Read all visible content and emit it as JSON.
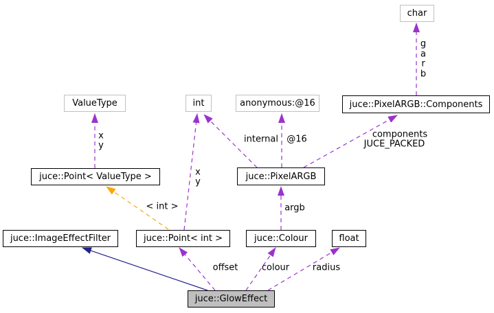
{
  "diagram": {
    "kind": "doxygen-collaboration-graph",
    "current_class": "juce::GlowEffect"
  },
  "colors": {
    "usage_edge": "#9a32cd",
    "template_edge": "#ffa500",
    "inheritance_edge": "#202090",
    "current_node_fill": "#bfbfbf",
    "class_node_border": "#000000",
    "external_node_border": "#c0c0c0",
    "background": "#ffffff"
  },
  "nodes": [
    {
      "label": "char",
      "kind": "external"
    },
    {
      "label": "ValueType",
      "kind": "external"
    },
    {
      "label": "int",
      "kind": "external"
    },
    {
      "label": "anonymous:@16",
      "kind": "external"
    },
    {
      "label": "juce::PixelARGB::Components",
      "kind": "class"
    },
    {
      "label": "juce::Point< ValueType >",
      "kind": "class"
    },
    {
      "label": "juce::PixelARGB",
      "kind": "class"
    },
    {
      "label": "juce::ImageEffectFilter",
      "kind": "class"
    },
    {
      "label": "juce::Point< int >",
      "kind": "class"
    },
    {
      "label": "juce::Colour",
      "kind": "class"
    },
    {
      "label": "float",
      "kind": "class"
    },
    {
      "label": "juce::GlowEffect",
      "kind": "current"
    }
  ],
  "edges": [
    {
      "from": "juce::Point< ValueType >",
      "to": "ValueType",
      "relation": "usage",
      "labels": [
        "x",
        "y"
      ]
    },
    {
      "from": "juce::Point< int >",
      "to": "int",
      "relation": "usage",
      "labels": [
        "x",
        "y"
      ]
    },
    {
      "from": "juce::PixelARGB",
      "to": "int",
      "relation": "usage",
      "labels": [
        "internal"
      ]
    },
    {
      "from": "juce::PixelARGB",
      "to": "anonymous:@16",
      "relation": "usage",
      "labels": [
        "@16"
      ]
    },
    {
      "from": "juce::PixelARGB",
      "to": "juce::PixelARGB::Components",
      "relation": "usage",
      "labels": [
        "components",
        "JUCE_PACKED"
      ]
    },
    {
      "from": "juce::PixelARGB::Components",
      "to": "char",
      "relation": "usage",
      "labels": [
        "g",
        "a",
        "r",
        "b"
      ]
    },
    {
      "from": "juce::Point< int >",
      "to": "juce::Point< ValueType >",
      "relation": "template-instance",
      "labels": [
        "< int >"
      ]
    },
    {
      "from": "juce::GlowEffect",
      "to": "juce::ImageEffectFilter",
      "relation": "inheritance",
      "labels": []
    },
    {
      "from": "juce::GlowEffect",
      "to": "juce::Point< int >",
      "relation": "usage",
      "labels": [
        "offset"
      ]
    },
    {
      "from": "juce::GlowEffect",
      "to": "juce::Colour",
      "relation": "usage",
      "labels": [
        "colour"
      ]
    },
    {
      "from": "juce::GlowEffect",
      "to": "float",
      "relation": "usage",
      "labels": [
        "radius"
      ]
    },
    {
      "from": "juce::Colour",
      "to": "juce::PixelARGB",
      "relation": "usage",
      "labels": [
        "argb"
      ]
    }
  ]
}
